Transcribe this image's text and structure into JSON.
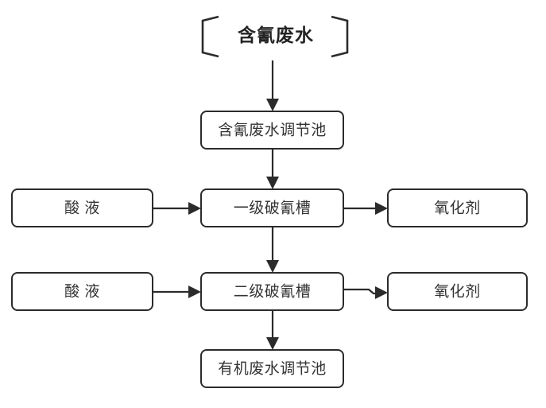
{
  "diagram": {
    "title": "含氰废水",
    "background_color": "#ffffff",
    "line_color": "#2b2b2b",
    "text_color": "#333333",
    "nodes": {
      "inlet_title": "含氰废水",
      "cyanide_tank": "含氰废水调节池",
      "acid_1": "酸 液",
      "stage_1": "一级破氰槽",
      "oxidant_1": "氧化剂",
      "acid_2": "酸 液",
      "stage_2": "二级破氰槽",
      "oxidant_2": "氧化剂",
      "organic_tank": "有机废水调节池"
    },
    "brackets": {
      "left": "[",
      "right": "]"
    }
  }
}
